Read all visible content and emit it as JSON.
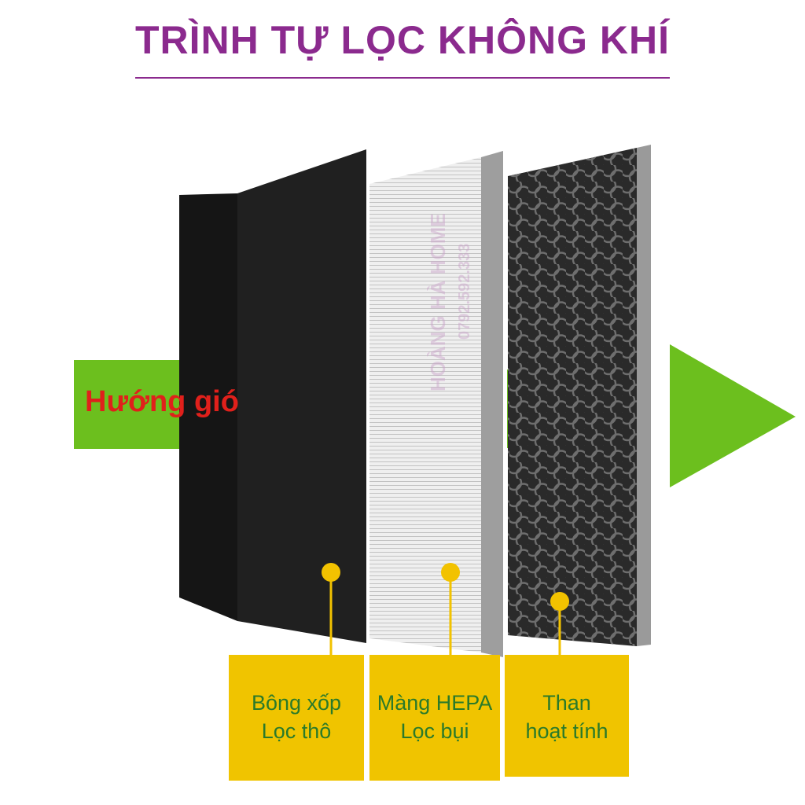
{
  "title": "TRÌNH TỰ LỌC KHÔNG KHÍ",
  "arrow_label": "Hướng gió",
  "watermark": {
    "brand": "HOÀNG HÀ HOME",
    "phone": "0792.592.333"
  },
  "layers": [
    {
      "line1": "Bông xốp",
      "line2": "Lọc thô"
    },
    {
      "line1": "Màng HEPA",
      "line2": "Lọc bụi"
    },
    {
      "line1": "Than",
      "line2": "hoạt tính"
    }
  ],
  "colors": {
    "title": "#8b2a8e",
    "arrow": "#6cbf1e",
    "arrow_label": "#e0201b",
    "caption_box": "#f0c400",
    "caption_text": "#2a7a2a",
    "foam": "#151515",
    "hepa": "#ececec",
    "carbon": "#2a2a2a",
    "marker": "#f2c200",
    "watermark": "#c9a0c9"
  }
}
